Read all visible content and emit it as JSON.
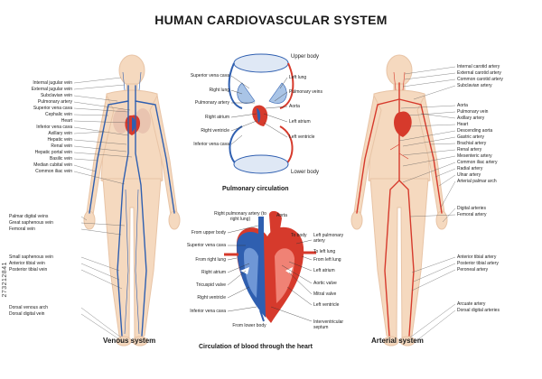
{
  "title": "HUMAN CARDIOVASCULAR SYSTEM",
  "image_id": "273212841",
  "captions": {
    "venous": "Venous system",
    "arterial": "Arterial system",
    "pulmonary": "Pulmonary circulation",
    "heart": "Circulation of blood through the heart"
  },
  "venous_labels": [
    "Internal jugular vein",
    "External jugular vein",
    "Subclavian vein",
    "Pulmonary artery",
    "Superior vena cava",
    "Cephalic vein",
    "Heart",
    "Inferior vena cava",
    "Axillary vein",
    "Hepatic vein",
    "Renal vein",
    "Hepatic portal vein",
    "Basilic vein",
    "Median cubital vein",
    "Common iliac vein",
    "Palmar digital veins",
    "Great saphenous vein",
    "Femoral vein",
    "Small saphenous vein",
    "Anterior tibial vein",
    "Posterior tibial vein",
    "Dorsal venous arch",
    "Dorsal digital vein"
  ],
  "arterial_labels": [
    "Internal carotid artery",
    "External carotid artery",
    "Common carotid artery",
    "Subclavian artery",
    "Aorta",
    "Pulmonary vein",
    "Axillary artery",
    "Heart",
    "Descending aorta",
    "Gastric artery",
    "Brachial artery",
    "Renal artery",
    "Mesenteric artery",
    "Common iliac artery",
    "Radial artery",
    "Ulnar artery",
    "Arterial palmar arch",
    "Digital arteries",
    "Femoral artery",
    "Anterior tibial artery",
    "Posterior tibial artery",
    "Peroneal artery",
    "Arcuate artery",
    "Dorsal digital arteries"
  ],
  "pulmonary": {
    "upper": "Upper body",
    "lower": "Lower body",
    "left_labels": [
      "Superior vena cava",
      "Right lung",
      "Pulmonary artery",
      "Right atrium",
      "Right ventricle",
      "Inferior vena cava"
    ],
    "right_labels": [
      "Left lung",
      "Pulmonary veins",
      "Aorta",
      "Left atrium",
      "Left ventricle"
    ]
  },
  "heart": {
    "top_labels": [
      "Right pulmonary artery (to right lung)",
      "Aorta",
      "To body"
    ],
    "left_labels": [
      "From upper body",
      "Superior vena cava",
      "From right lung",
      "Right atrium",
      "Tricuspid valve",
      "Right ventricle",
      "Inferior vena cava"
    ],
    "right_labels": [
      "Left pulmonary artery",
      "To left lung",
      "From left lung",
      "Left atrium",
      "Aortic valve",
      "Mitral valve",
      "Left ventricle",
      "Interventricular septum"
    ],
    "bottom_label": "From lower body"
  },
  "colors": {
    "vein": "#2f5fb0",
    "artery": "#d63a2c",
    "body": "#f5d9bf",
    "body_edge": "#e8c4a6",
    "lung": "#a9c4e6"
  }
}
